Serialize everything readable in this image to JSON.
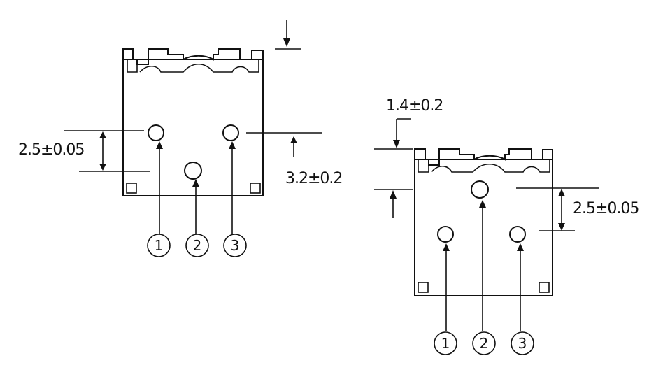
{
  "colors": {
    "line": "#111111",
    "background": "#ffffff"
  },
  "left_view": {
    "dims": {
      "pitch_vertical": "2.5±0.05",
      "height_offset": "3.2±0.2"
    },
    "pins": [
      "1",
      "2",
      "3"
    ]
  },
  "right_view": {
    "dims": {
      "top_offset": "1.4±0.2",
      "pitch_vertical": "2.5±0.05"
    },
    "pins": [
      "1",
      "2",
      "3"
    ]
  }
}
